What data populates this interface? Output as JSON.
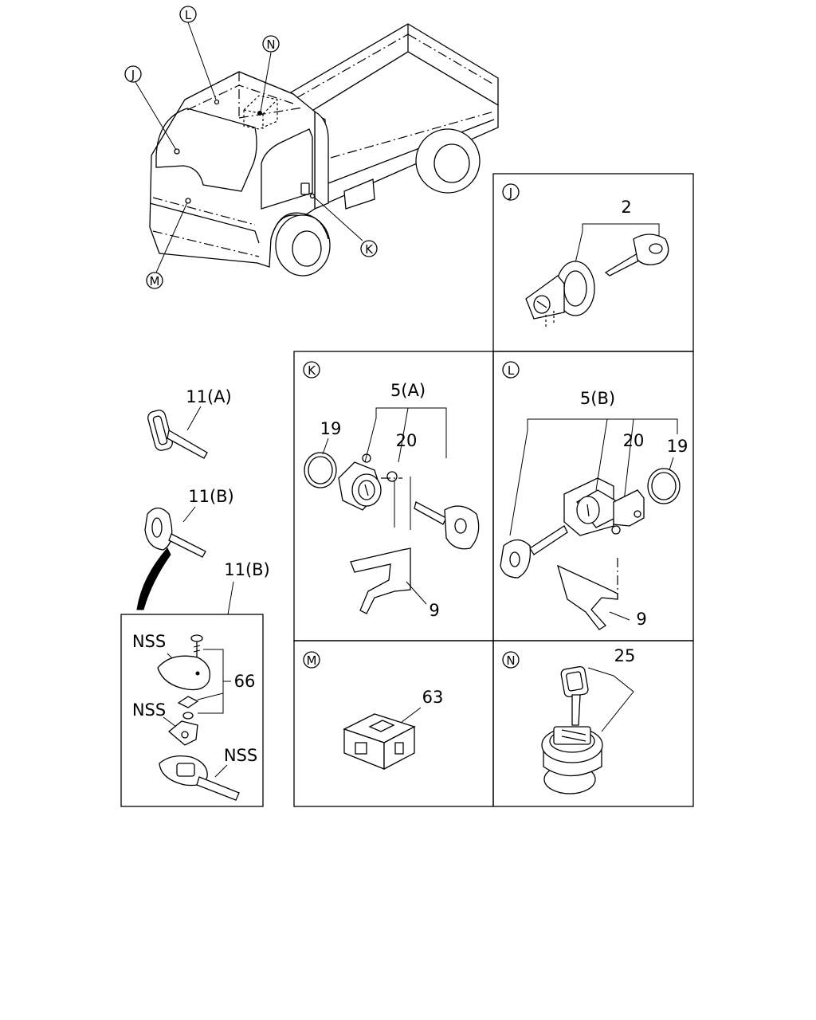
{
  "circle_labels": {
    "J": "J",
    "K": "K",
    "L": "L",
    "M": "M",
    "N": "N"
  },
  "part_labels": {
    "p2": "2",
    "p5a": "5(A)",
    "p5b": "5(B)",
    "p9": "9",
    "p11a": "11(A)",
    "p11b": "11(B)",
    "p19": "19",
    "p20": "20",
    "p25": "25",
    "p63": "63",
    "p66": "66",
    "nss": "NSS"
  }
}
